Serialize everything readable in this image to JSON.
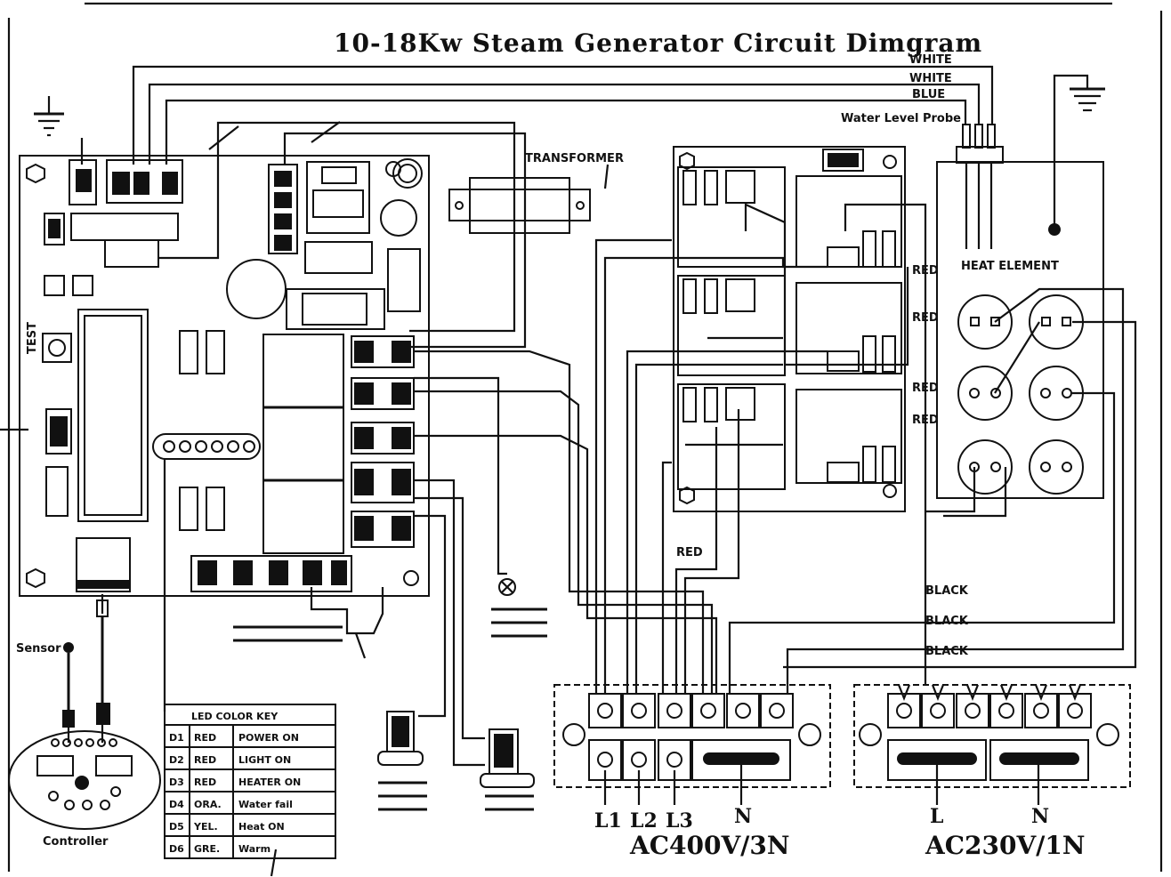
{
  "title": "10-18Kw Steam Generator Circuit Dimgram",
  "labels": {
    "white1": "WHITE",
    "white2": "WHITE",
    "blue": "BLUE",
    "water_level_probe": "Water Level Probe",
    "transformer": "TRANSFORMER",
    "heat_element": "HEAT ELEMENT",
    "control": "Controller",
    "sensor": "Sensor",
    "test": "TEST",
    "black1": "BLACK",
    "black2": "BLACK",
    "black3": "BLACK",
    "red_relay": "RED",
    "red_h1": "RED",
    "red_h2": "RED",
    "red_h3": "RED",
    "red_h4": "RED"
  },
  "terminals_400": {
    "l1": "L1",
    "l2": "L2",
    "l3": "L3",
    "n": "N",
    "caption": "AC400V/3N"
  },
  "terminals_230": {
    "l": "L",
    "n": "N",
    "caption": "AC230V/1N"
  },
  "led_table": {
    "header": "LED COLOR KEY",
    "rows": [
      {
        "id": "D1",
        "color": "RED",
        "meaning": "POWER ON"
      },
      {
        "id": "D2",
        "color": "RED",
        "meaning": "LIGHT ON"
      },
      {
        "id": "D3",
        "color": "RED",
        "meaning": "HEATER ON"
      },
      {
        "id": "D4",
        "color": "ORA.",
        "meaning": "Water fail"
      },
      {
        "id": "D5",
        "color": "YEL.",
        "meaning": "Heat ON"
      },
      {
        "id": "D6",
        "color": "GRE.",
        "meaning": "Warm"
      }
    ]
  }
}
